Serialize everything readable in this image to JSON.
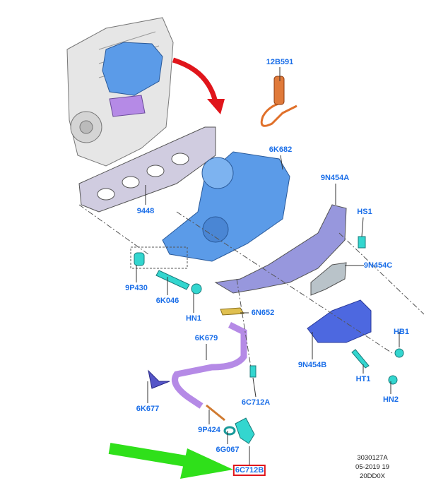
{
  "callouts": [
    {
      "id": "12B591",
      "text": "12B591"
    },
    {
      "id": "6K682",
      "text": "6K682"
    },
    {
      "id": "9N454A",
      "text": "9N454A"
    },
    {
      "id": "HS1",
      "text": "HS1"
    },
    {
      "id": "9N454C",
      "text": "9N454C"
    },
    {
      "id": "9448",
      "text": "9448"
    },
    {
      "id": "9P430",
      "text": "9P430"
    },
    {
      "id": "6K046",
      "text": "6K046"
    },
    {
      "id": "HN1",
      "text": "HN1"
    },
    {
      "id": "6N652",
      "text": "6N652"
    },
    {
      "id": "6K679",
      "text": "6K679"
    },
    {
      "id": "HB1",
      "text": "HB1"
    },
    {
      "id": "9N454B",
      "text": "9N454B"
    },
    {
      "id": "HT1",
      "text": "HT1"
    },
    {
      "id": "6K677",
      "text": "6K677"
    },
    {
      "id": "6C712A",
      "text": "6C712A"
    },
    {
      "id": "HN2",
      "text": "HN2"
    },
    {
      "id": "9P424",
      "text": "9P424"
    },
    {
      "id": "6G067",
      "text": "6G067"
    },
    {
      "id": "6C712B",
      "text": "6C712B"
    }
  ],
  "highlighted_callout": "6C712B",
  "illustration_info": {
    "number": "3030127A",
    "date": "05-2019 19",
    "code": "20DD0X"
  },
  "colors": {
    "label": "#1a6ee8",
    "highlight_box": "#e0151b",
    "arrow_red": "#e0151b",
    "arrow_green": "#2fe01a",
    "turbo": "#5b9be8",
    "shield": "#8f8fd8",
    "hardware": "#33d6cf",
    "pipe": "#b58ae6"
  }
}
